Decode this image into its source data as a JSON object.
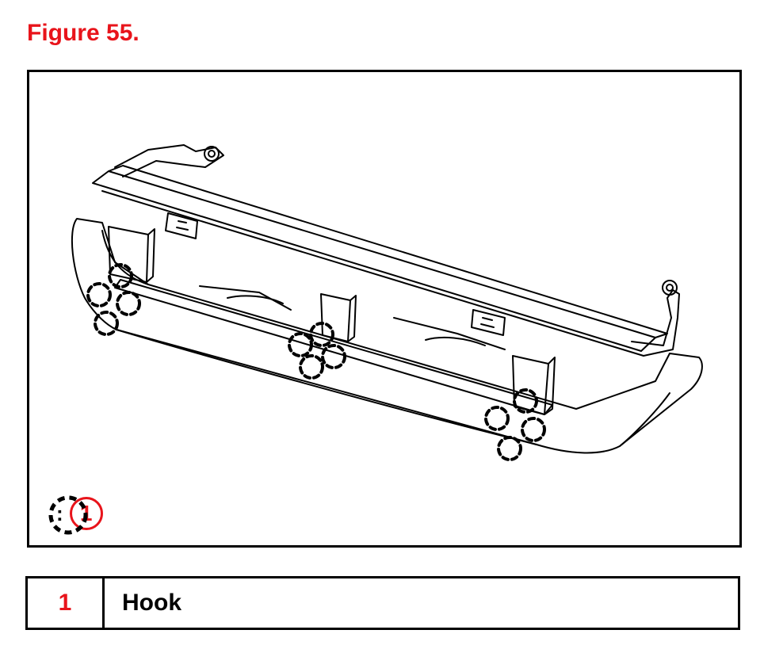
{
  "title": "Figure 55.",
  "colors": {
    "accent": "#e8141b",
    "ink": "#000000",
    "background": "#ffffff"
  },
  "legend": {
    "symbol_icon": "dashed-circle-icon",
    "separator": ":",
    "callout": "1"
  },
  "parts": [
    {
      "number": "1",
      "name": "Hook"
    }
  ]
}
